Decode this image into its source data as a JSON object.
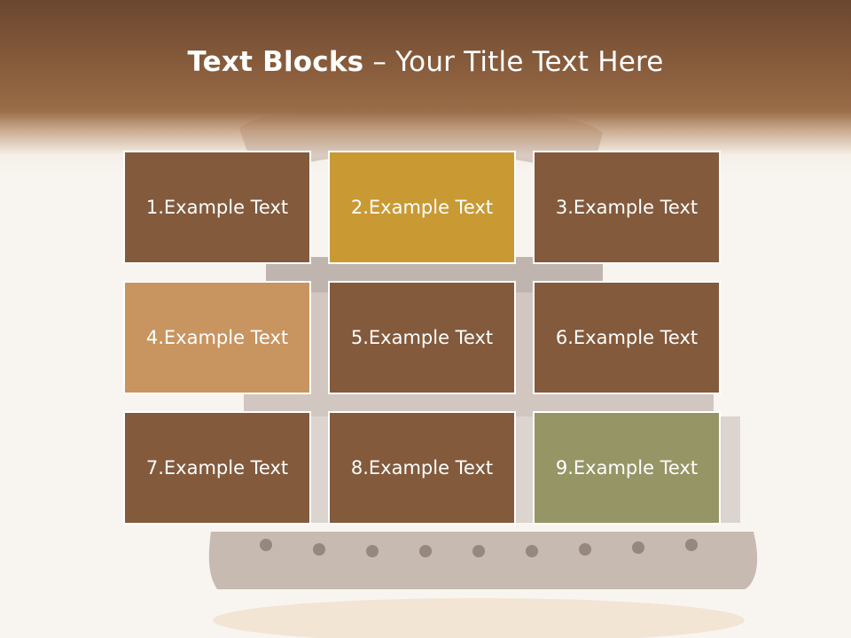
{
  "title": {
    "bold": "Text Blocks",
    "dash": "–",
    "regular": "Your Title Text Here"
  },
  "colors": {
    "brown": "#835a3c",
    "gold": "#c99a34",
    "tan": "#c8945f",
    "olive": "#969566",
    "header": "#8a5d3d"
  },
  "blocks": [
    {
      "label": "1.Example Text",
      "color": "#835a3c"
    },
    {
      "label": "2.Example Text",
      "color": "#c99a34"
    },
    {
      "label": "3.Example Text",
      "color": "#835a3c"
    },
    {
      "label": "4.Example Text",
      "color": "#c8945f"
    },
    {
      "label": "5.Example Text",
      "color": "#835a3c"
    },
    {
      "label": "6.Example Text",
      "color": "#835a3c"
    },
    {
      "label": "7.Example Text",
      "color": "#835a3c"
    },
    {
      "label": "8.Example Text",
      "color": "#835a3c"
    },
    {
      "label": "9.Example Text",
      "color": "#969566"
    }
  ]
}
